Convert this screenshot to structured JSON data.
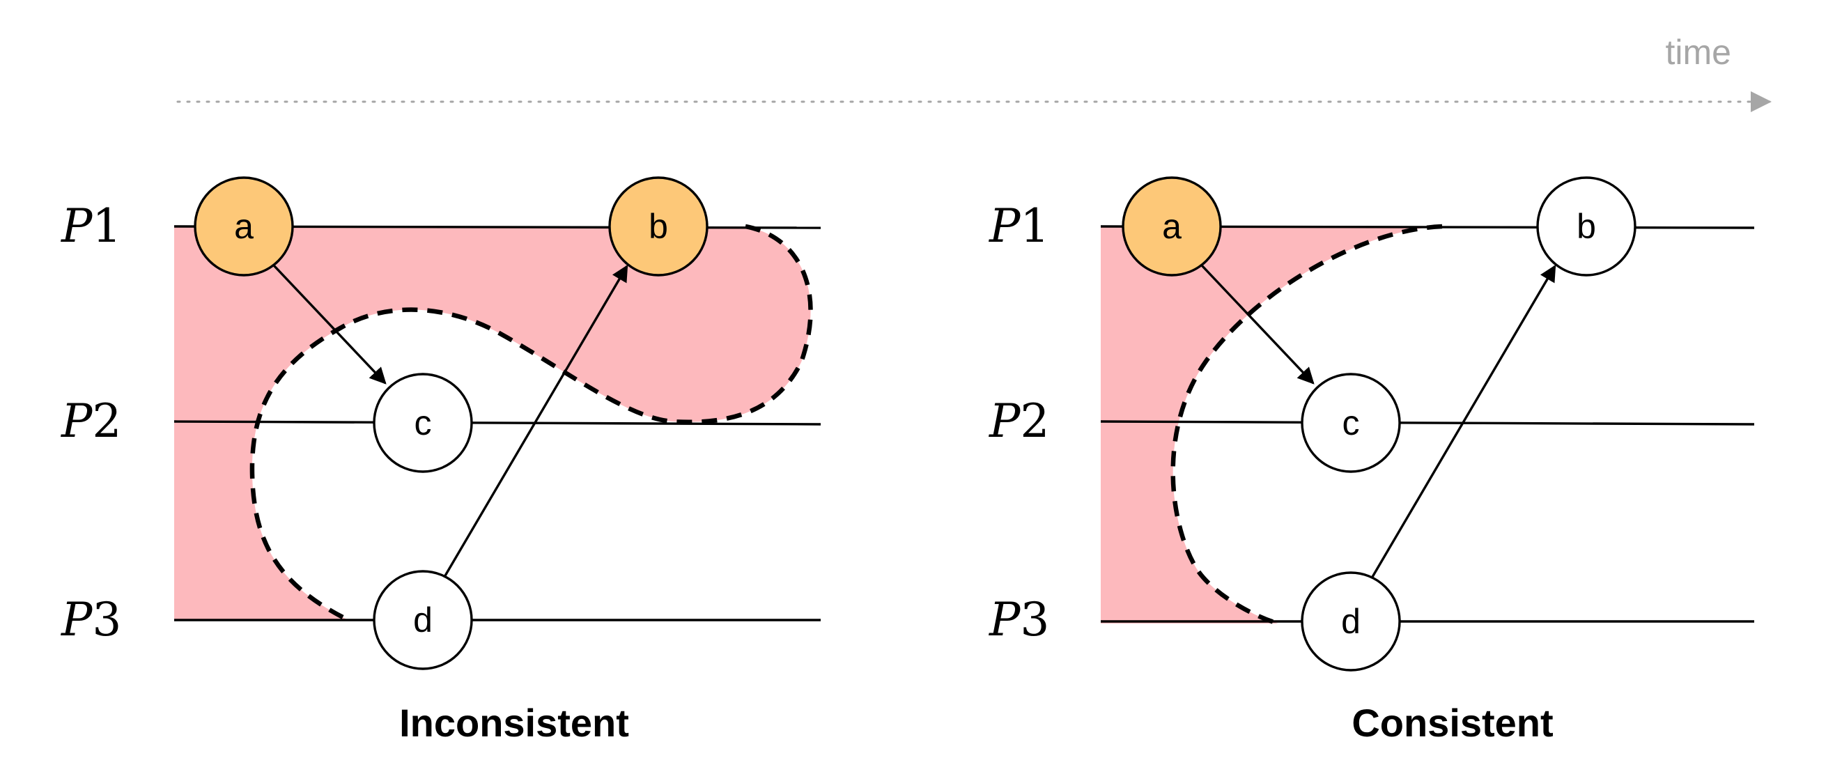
{
  "time_axis": {
    "label": "time"
  },
  "colors": {
    "cut_region": "#fdb9bd",
    "highlight_event": "#fdc878",
    "plain_event": "#ffffff",
    "time_axis": "#a6a6a6",
    "line": "#000000"
  },
  "panels": {
    "left": {
      "caption": "Inconsistent",
      "processes": [
        {
          "prefix": "P",
          "number": "1"
        },
        {
          "prefix": "P",
          "number": "2"
        },
        {
          "prefix": "P",
          "number": "3"
        }
      ],
      "events": {
        "a": "a",
        "b": "b",
        "c": "c",
        "d": "d"
      },
      "highlighted_events": [
        "a",
        "b"
      ]
    },
    "right": {
      "caption": "Consistent",
      "processes": [
        {
          "prefix": "P",
          "number": "1"
        },
        {
          "prefix": "P",
          "number": "2"
        },
        {
          "prefix": "P",
          "number": "3"
        }
      ],
      "events": {
        "a": "a",
        "b": "b",
        "c": "c",
        "d": "d"
      },
      "highlighted_events": [
        "a"
      ]
    }
  },
  "messages": [
    {
      "from": "a",
      "to": "c"
    },
    {
      "from": "d",
      "to": "b"
    }
  ]
}
